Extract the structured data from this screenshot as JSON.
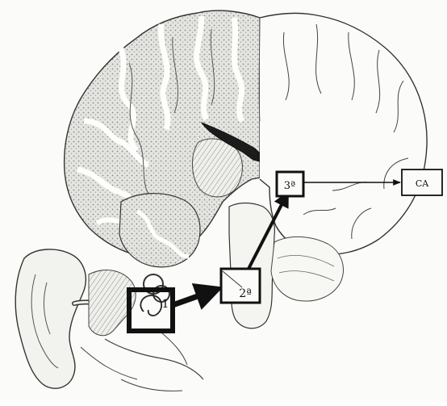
{
  "figure": {
    "labels": {
      "primary": "1",
      "secondary": "2ª",
      "tertiary": "3ª",
      "cortex": "CA"
    }
  }
}
